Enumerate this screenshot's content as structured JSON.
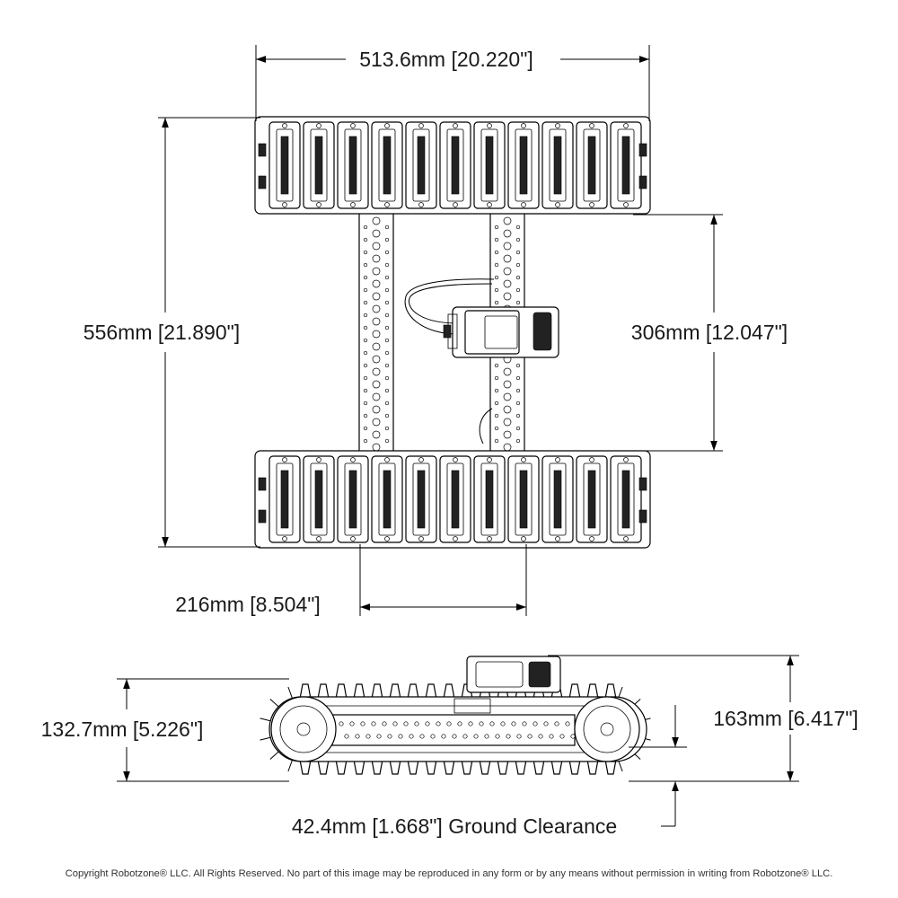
{
  "dimensions": {
    "overall_width": "513.6mm [20.220\"]",
    "overall_length": "556mm [21.890\"]",
    "inner_span": "306mm [12.047\"]",
    "channel_spacing": "216mm [8.504\"]",
    "track_height": "132.7mm [5.226\"]",
    "total_height": "163mm [6.417\"]",
    "ground_clearance": "42.4mm [1.668\"] Ground Clearance"
  },
  "copyright": "Copyright Robotzone® LLC.  All Rights Reserved. No part of this image may be reproduced in any form or by any means without permission in writing from Robotzone® LLC."
}
